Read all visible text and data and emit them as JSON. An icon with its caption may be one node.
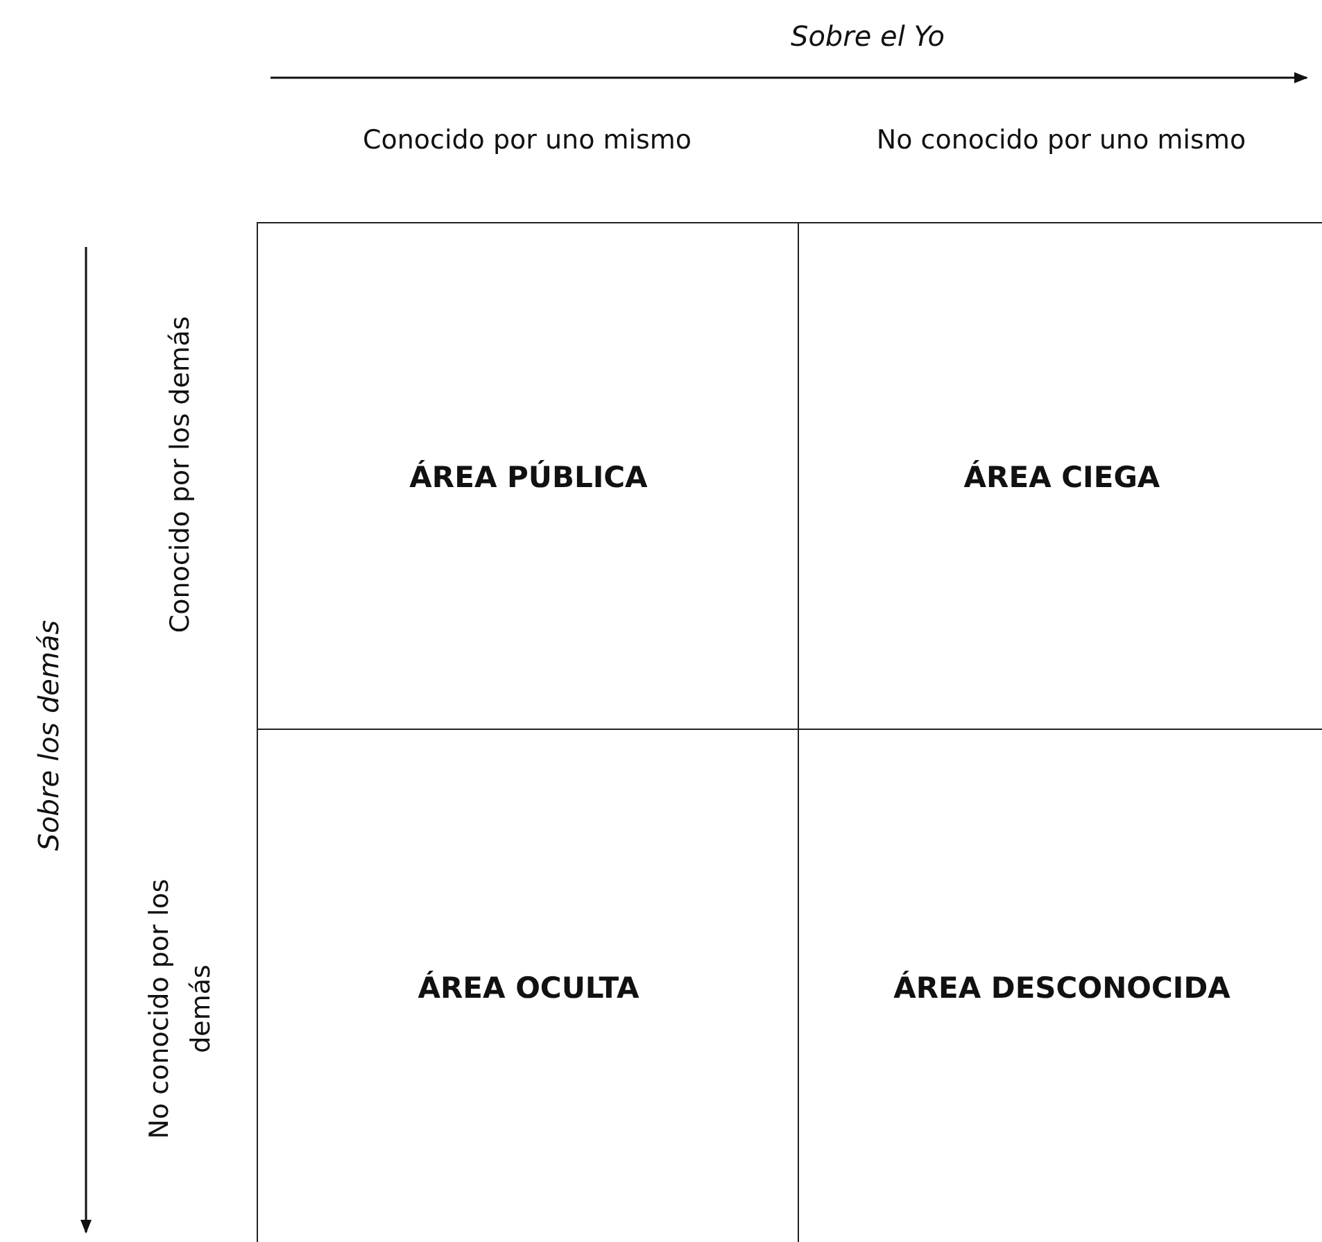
{
  "diagram": {
    "nodes": [
      {
        "text": [
          "ÁREA PÚBLICA"
        ]
      },
      {
        "text": [
          "ÁREA CIEGA"
        ]
      },
      {
        "text": [
          "ÁREA OCULTA"
        ]
      },
      {
        "text": [
          "ÁREA DESCONOCIDA"
        ]
      }
    ],
    "labels": [
      "Sobre el Yo",
      "Conocido por uno mismo",
      "No conocido por uno mismo",
      "Sobre los demás",
      "Conocido por los demás",
      "No conocido por los demás"
    ]
  }
}
